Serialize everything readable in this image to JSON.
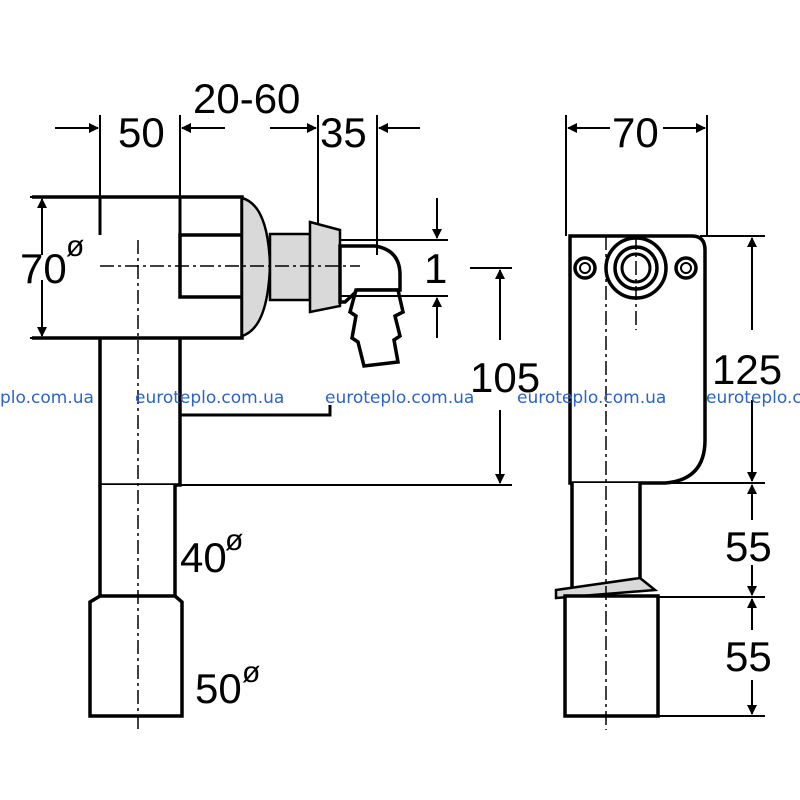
{
  "dimensions": {
    "pipe_width": "50",
    "adjust_range": "20-60",
    "outlet_length": "35",
    "flange_height": "70",
    "flange_dia_symbol": "ø",
    "hose_offset": "1",
    "outlet_height": "105",
    "lower_pipe": "40",
    "lower_pipe_symbol": "ø",
    "end_pipe": "50",
    "end_pipe_symbol": "ø",
    "box_width": "70",
    "box_height": "125",
    "pipe_segment_1": "55",
    "pipe_segment_2": "55"
  },
  "watermark": {
    "text_1": "plo.com.ua",
    "text_2": "euroteplo.com.ua",
    "text_3": "euroteplo.com.ua",
    "text_4": "euroteplo.com.ua",
    "text_5": "euroteplo.c",
    "color": "#2b63c9"
  }
}
